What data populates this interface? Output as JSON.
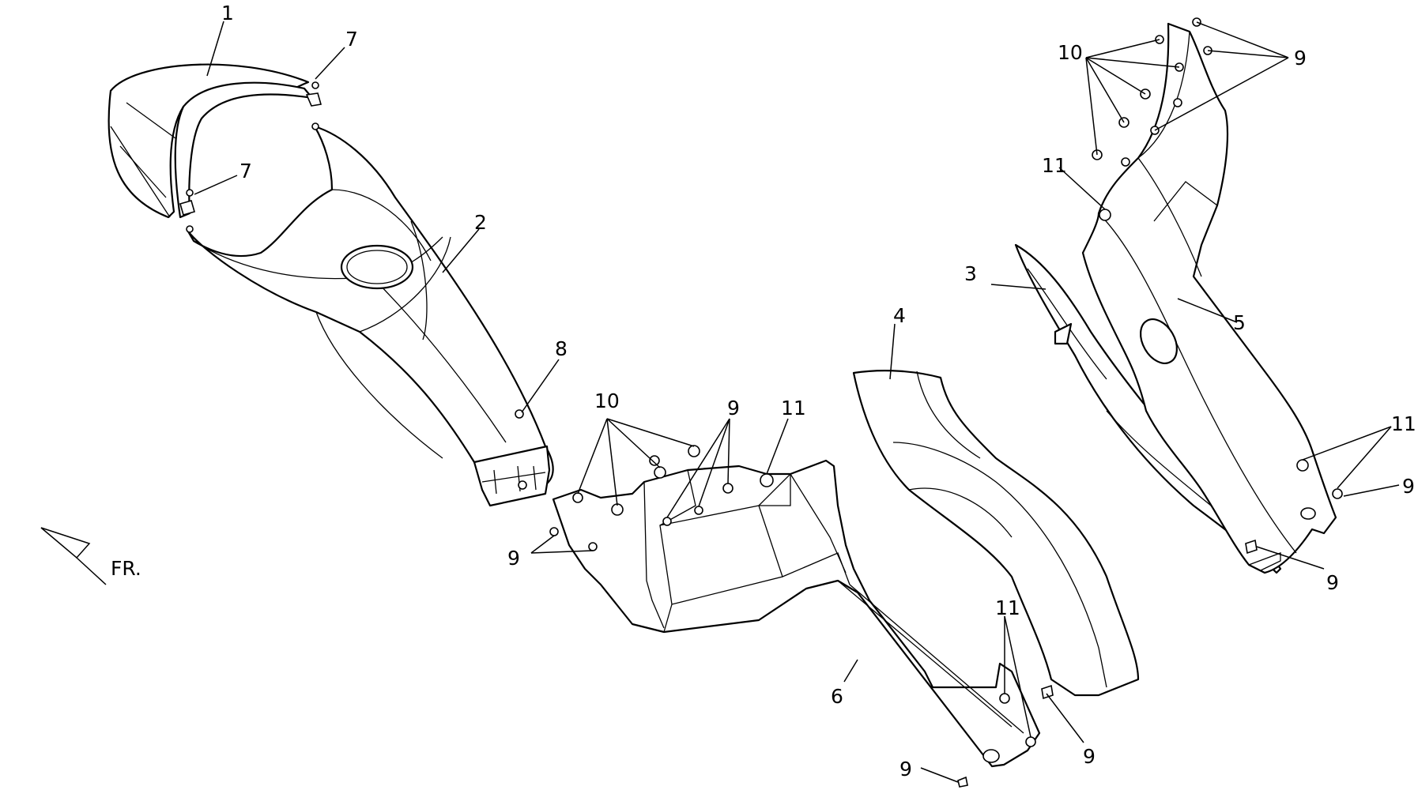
{
  "diagram": {
    "front_indicator": "FR.",
    "callouts": {
      "c1": "1",
      "c2": "2",
      "c3": "3",
      "c4": "4",
      "c5": "5",
      "c6": "6",
      "c7a": "7",
      "c7b": "7",
      "c8": "8",
      "c9_mid_left": "9",
      "c9_mid_top": "9",
      "c9_mid_bottom": "9",
      "c9_mid_bottom_right": "9",
      "c9_right_top": "9",
      "c9_right_lower_a": "9",
      "c9_right_lower_b": "9",
      "c10_mid": "10",
      "c10_right": "10",
      "c11_mid_top": "11",
      "c11_mid_bottom": "11",
      "c11_right_top": "11",
      "c11_right_lower": "11"
    }
  }
}
